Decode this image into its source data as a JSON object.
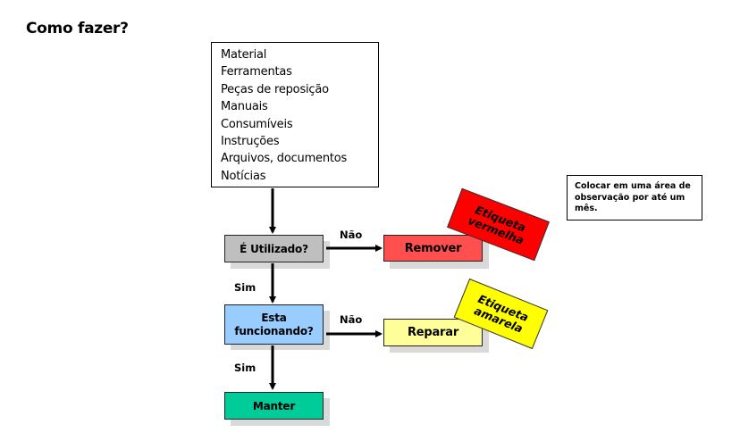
{
  "title": "Como fazer?",
  "items_box": {
    "items": [
      "Material",
      "Ferramentas",
      "Peças de reposição",
      "Manuais",
      "Consumíveis",
      "Instruções",
      "Arquivos, documentos",
      "Notícias"
    ]
  },
  "nodes": {
    "utilizado": {
      "label": "É Utilizado?",
      "color": "#bfbfbf"
    },
    "funcionando": {
      "line1": "Esta",
      "line2": "funcionando?",
      "color": "#99ccff"
    },
    "manter": {
      "label": "Manter",
      "color": "#00cc99"
    },
    "remover": {
      "label": "Remover",
      "color": "#ff4f4f"
    },
    "reparar": {
      "label": "Reparar",
      "color": "#ffff99"
    }
  },
  "edge_labels": {
    "nao_1": "Não",
    "sim_1": "Sim",
    "nao_2": "Não",
    "sim_2": "Sim"
  },
  "tags": {
    "red": {
      "line1": "Etiqueta",
      "line2": "vermelha",
      "color": "#ff0000"
    },
    "yellow": {
      "line1": "Etiqueta",
      "line2": "amarela",
      "color": "#ffff00"
    }
  },
  "note": {
    "text": "Colocar em uma área de observação por até um mês."
  }
}
